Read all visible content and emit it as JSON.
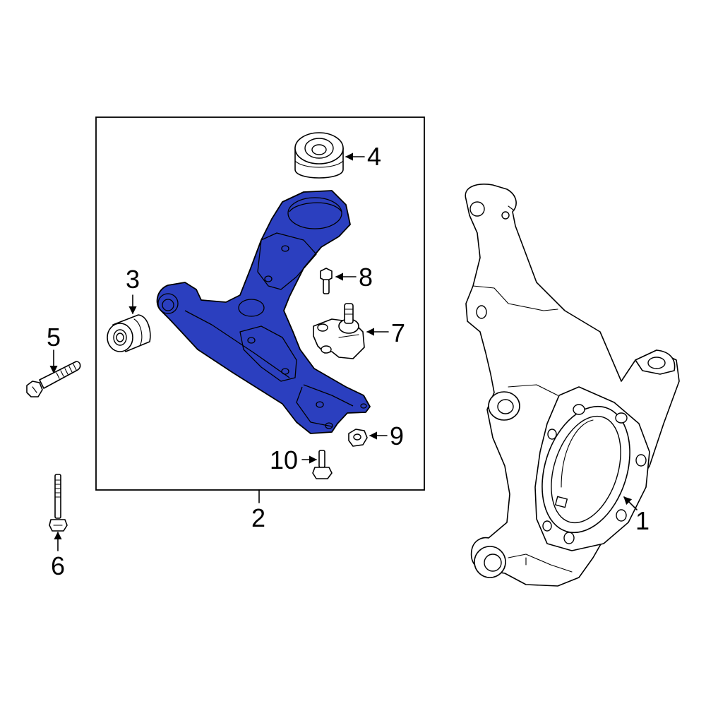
{
  "diagram": {
    "highlight_color": "#2b3fbf",
    "line_color": "#000000",
    "background": "#ffffff"
  },
  "callouts": [
    {
      "id": "1",
      "label": "1"
    },
    {
      "id": "2",
      "label": "2"
    },
    {
      "id": "3",
      "label": "3"
    },
    {
      "id": "4",
      "label": "4"
    },
    {
      "id": "5",
      "label": "5"
    },
    {
      "id": "6",
      "label": "6"
    },
    {
      "id": "7",
      "label": "7"
    },
    {
      "id": "8",
      "label": "8"
    },
    {
      "id": "9",
      "label": "9"
    },
    {
      "id": "10",
      "label": "10"
    }
  ]
}
